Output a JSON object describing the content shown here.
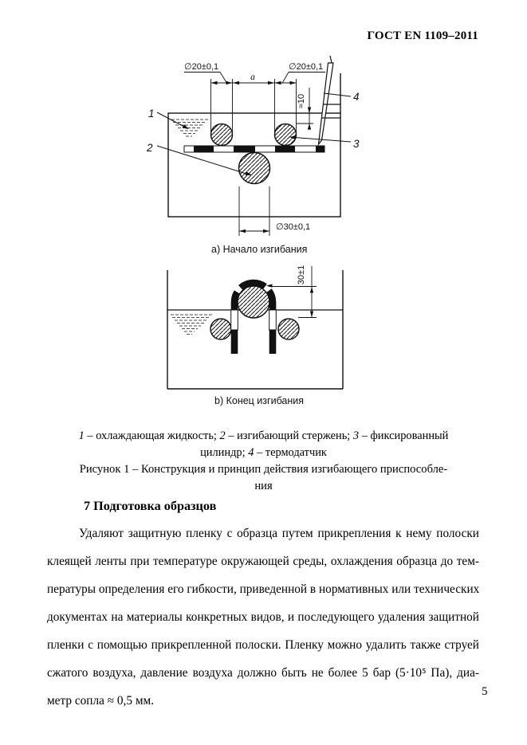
{
  "header": {
    "title": "ГОСТ EN 1109–2011"
  },
  "figure_a": {
    "dim_left_roller": "∅20±0,1",
    "dim_right_roller": "∅20±0,1",
    "dim_span": "a",
    "dim_depth": "≈10",
    "dim_rod": "∅30±0,1",
    "label_1": "1",
    "label_2": "2",
    "label_3": "3",
    "label_4": "4",
    "caption": "а) Начало изгибания"
  },
  "figure_b": {
    "dim_height": "30±1",
    "caption": "b) Конец изгибания"
  },
  "legend": {
    "item1_num": "1",
    "item1_text": " – охлаждающая жидкость; ",
    "item2_num": "2",
    "item2_text": " – изгибающий стержень; ",
    "item3_num": "3",
    "item3_text": " – фиксированный",
    "line2_start": "цилиндр; ",
    "item4_num": "4",
    "item4_text": " – термодатчик",
    "figure_caption_line1": "Рисунок 1 – Конструкция и принцип действия изгибающего приспособле-",
    "figure_caption_line2": "ния"
  },
  "section": {
    "heading": "7 Подготовка образцов"
  },
  "paragraph": {
    "line1": "Удаляют защитную пленку с образца путем прикрепления к нему полоски",
    "line2": "клеящей ленты при температуре окружающей среды, охлаждения образца до тем-",
    "line3": "пературы определения его гибкости, приведенной в нормативных или технических",
    "line4": "документах на материалы конкретных видов, и последующего удаления защитной",
    "line5": "пленки с помощью прикрепленной полоски. Пленку можно удалить также струей",
    "line6": "сжатого воздуха, давление воздуха должно быть не более 5 бар (5·10⁵ Па), диа-",
    "line7": "метр сопла ≈ 0,5 мм."
  },
  "footer": {
    "page_number": "5"
  }
}
